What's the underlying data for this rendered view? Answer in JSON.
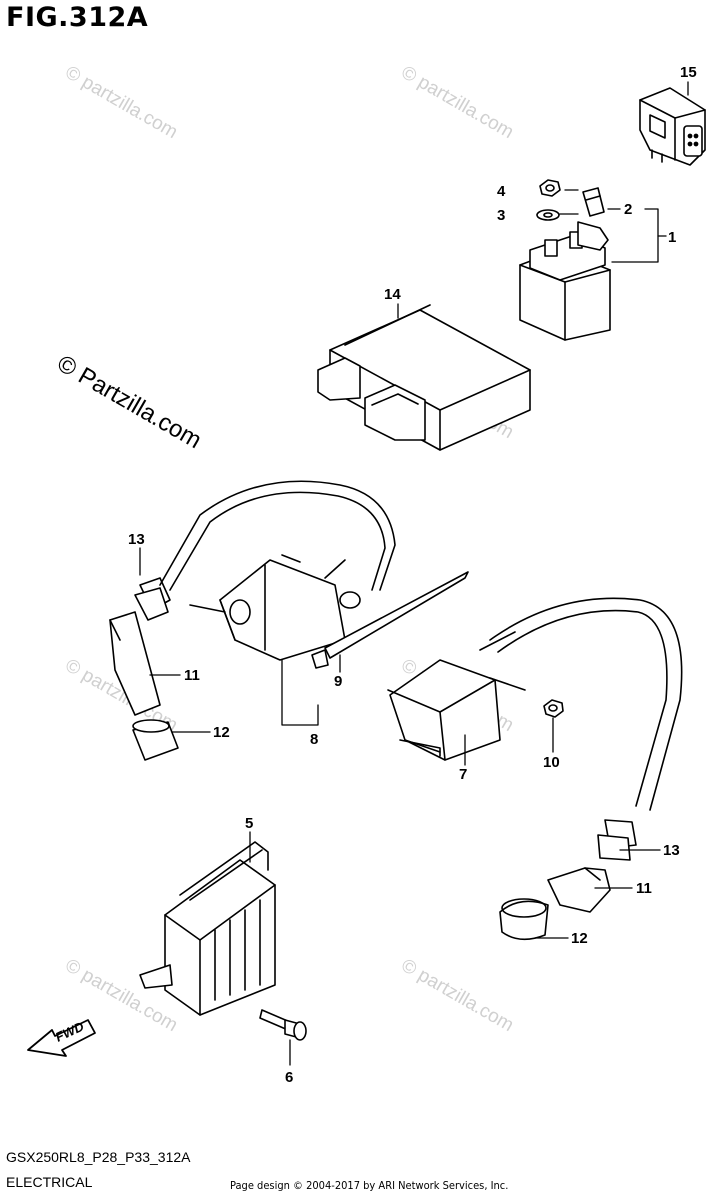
{
  "figure": {
    "title": "FIG.312A",
    "code": "GSX250RL8_P28_P33_312A",
    "section": "ELECTRICAL",
    "credit": "Page design © 2004-2017 by ARI Network Services, Inc."
  },
  "watermark": {
    "text": "© Partzilla.com",
    "small_text": "© partzilla.com"
  },
  "direction_label": "FWD",
  "callouts": {
    "c1": "1",
    "c2": "2",
    "c3": "3",
    "c4": "4",
    "c5": "5",
    "c6": "6",
    "c7": "7",
    "c8": "8",
    "c9": "9",
    "c10": "10",
    "c11a": "11",
    "c11b": "11",
    "c12a": "12",
    "c12b": "12",
    "c13a": "13",
    "c13b": "13",
    "c14": "14",
    "c15": "15"
  }
}
